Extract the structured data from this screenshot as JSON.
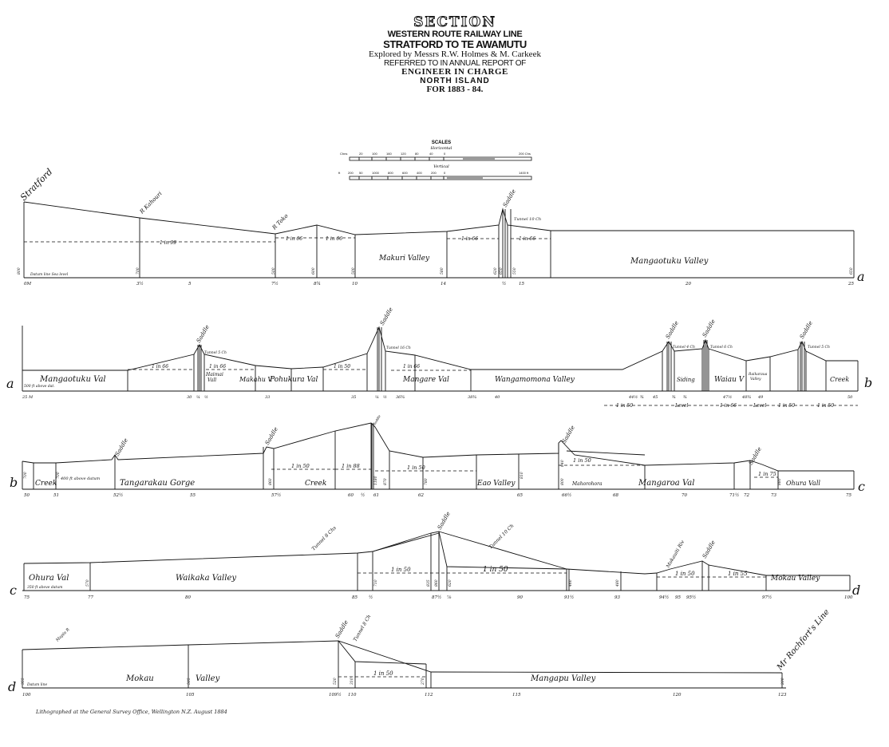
{
  "title": {
    "section": "SECTION",
    "line": "WESTERN ROUTE  RAILWAY LINE",
    "route": "STRATFORD TO TE AWAMUTU",
    "explored": "Explored by Messrs R.W. Holmes & M. Carkeek",
    "referred": "REFERRED TO IN ANNUAL REPORT OF",
    "engineer": "ENGINEER IN CHARGE",
    "island": "NORTH ISLAND",
    "year": "FOR 1883 - 84."
  },
  "scales": {
    "heading": "SCALES",
    "horizontal_label": "Horizontal",
    "horizontal_ticks": [
      "Chns",
      "20",
      "100",
      "160",
      "120",
      "80",
      "40",
      "0",
      "200 Chs"
    ],
    "vertical_label": "Vertical",
    "vertical_ticks": [
      "ft",
      "200",
      "50",
      "1000",
      "800",
      "600",
      "400",
      "200",
      "0",
      "1400 ft"
    ]
  },
  "colors": {
    "ink": "#111111",
    "paper": "#ffffff",
    "scale_shade": "#9a9a9a"
  },
  "sections": [
    {
      "id": "s1",
      "end_letter": "a",
      "place_labels": [
        "Stratford",
        "R Kahouri",
        "R Toko",
        "Saddle",
        "Tunnel 10 Ch"
      ],
      "gradients": [
        "1 in 99",
        "1 in 66",
        "1 in 66",
        "1 in 66",
        "1 in 66"
      ],
      "valleys": [
        "Makuri Valley",
        "Mangaotuku Valley"
      ],
      "datum": "Datum line Sea level",
      "heights": [
        "800",
        "700",
        "500",
        "600",
        "500",
        "580",
        "620",
        "650",
        "550",
        "650"
      ],
      "miles": [
        "0M",
        "3½",
        "5",
        "7½",
        "8¾",
        "10",
        "14",
        "½",
        "15",
        "20",
        "25"
      ]
    },
    {
      "id": "s2",
      "start_letter": "a",
      "end_letter": "b",
      "place_labels": [
        "Saddle",
        "Tunnel 5 Ch",
        "Saddle",
        "Tunnel 16 Ch",
        "Saddle",
        "Tunnel 4 Ch",
        "Saddle",
        "Tunnel 6 Ch",
        "Saddle",
        "Tunnel 5 Ch"
      ],
      "gradients": [
        "1 in 66",
        "1 in 66",
        "1 in 50",
        "1 in 66"
      ],
      "lower_gradients": [
        "1 in 50",
        "Level",
        "1 in 66",
        "Level",
        "1 in 50",
        "1 in 50"
      ],
      "valleys": [
        "Mangaotuku Val",
        "Haimai Vall",
        "Makahu V",
        "Pohukura Val",
        "Mangare Val",
        "Wangamomona Valley",
        "Siding",
        "Waiau V",
        "Raikaraua Valley",
        "Creek"
      ],
      "datum": "500 ft above dat.",
      "miles": [
        "25 M",
        "30",
        "¼",
        "½",
        "33",
        "35",
        "¼",
        "½",
        "36¾",
        "38¾",
        "40",
        "44½",
        "¾",
        "45",
        "¾",
        "¾",
        "47½",
        "48¾",
        "49",
        "50"
      ]
    },
    {
      "id": "s3",
      "start_letter": "b",
      "end_letter": "c",
      "place_labels": [
        "Saddle",
        "Saddle",
        "Saddle",
        "Saddle",
        "Saddle"
      ],
      "gradients": [
        "1 in 50",
        "1 in 88",
        "1 in 50",
        "1 in 50",
        "1 in 75"
      ],
      "valleys": [
        "Creek",
        "Tangarakau Gorge",
        "Creek",
        "Eao Valley",
        "Mahorohora",
        "Mangaroa Val",
        "Ohura Vall"
      ],
      "datum": "400 ft above datum",
      "heights": [
        "700",
        "700",
        "860",
        "1180",
        "870",
        "780",
        "810",
        "800",
        "840",
        "880"
      ],
      "miles": [
        "50",
        "51",
        "52½",
        "55",
        "57½",
        "60",
        "½",
        "61",
        "62",
        "65",
        "66½",
        "68",
        "70",
        "71½",
        "72",
        "73",
        "75"
      ]
    },
    {
      "id": "s4",
      "start_letter": "c",
      "end_letter": "d",
      "place_labels": [
        "Tunnel 8 Chs",
        "Saddle",
        "Tunnel 10 Ch",
        "Mokauiti Riv",
        "Saddle"
      ],
      "gradients": [
        "1 in 50",
        "1 in 50",
        "1 in 50",
        "1 in 55"
      ],
      "valleys": [
        "Ohura Val",
        "Waikaka Valley",
        "Mokau Valley"
      ],
      "datum": "350 ft above datum",
      "heights": [
        "570",
        "710",
        "835",
        "860",
        "620",
        "460",
        "480"
      ],
      "miles": [
        "75",
        "77",
        "80",
        "85",
        "½",
        "87½",
        "⅞",
        "90",
        "91½",
        "93",
        "94½",
        "95",
        "95½",
        "97½",
        "100"
      ]
    },
    {
      "id": "s5",
      "start_letter": "d",
      "place_labels": [
        "Mapiu R",
        "Saddle",
        "Tunnel 8 Ch",
        "Mr Rochfort's Line"
      ],
      "gradients": [
        "1 in 50"
      ],
      "valleys": [
        "Mokau Valley",
        "Mangapu Valley"
      ],
      "datum": "Datum line",
      "heights": [
        "355",
        "505",
        "520",
        "310",
        "270",
        "200"
      ],
      "miles": [
        "100",
        "105",
        "109½",
        "110",
        "112",
        "115",
        "120",
        "123"
      ]
    }
  ],
  "footer": "Lithographed at the General Survey Office, Wellington N.Z. August 1884"
}
